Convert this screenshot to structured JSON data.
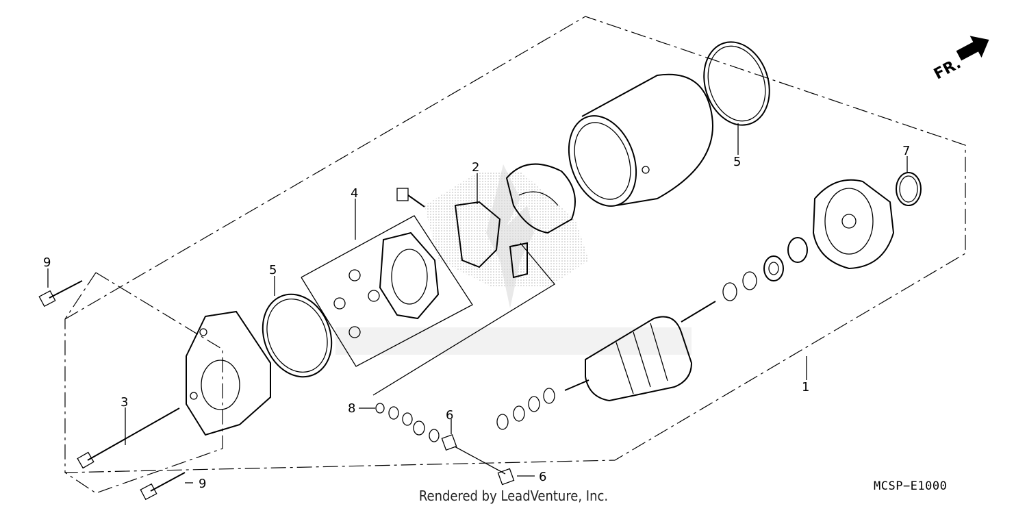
{
  "diagram": {
    "direction_marker": "FR.",
    "callouts": [
      {
        "id": "c1",
        "label": "1"
      },
      {
        "id": "c2",
        "label": "2"
      },
      {
        "id": "c3",
        "label": "3"
      },
      {
        "id": "c4",
        "label": "4"
      },
      {
        "id": "c5a",
        "label": "5"
      },
      {
        "id": "c5b",
        "label": "5"
      },
      {
        "id": "c6a",
        "label": "6"
      },
      {
        "id": "c6b",
        "label": "6"
      },
      {
        "id": "c7",
        "label": "7"
      },
      {
        "id": "c8",
        "label": "8"
      },
      {
        "id": "c9a",
        "label": "9"
      },
      {
        "id": "c9b",
        "label": "9"
      }
    ],
    "diagram_code": "MCSP−E1000"
  },
  "footer": {
    "credit": "Rendered by LeadVenture, Inc."
  }
}
